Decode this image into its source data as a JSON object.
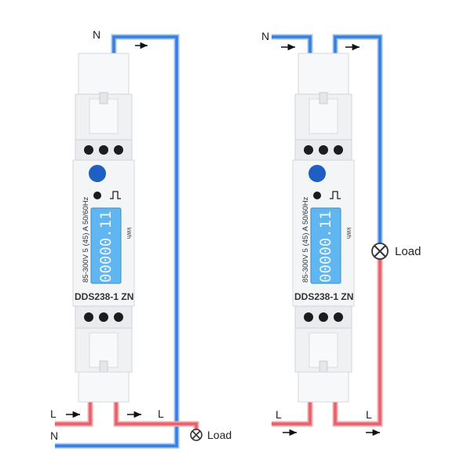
{
  "labels": {
    "neutral": "N",
    "line": "L",
    "load": "Load"
  },
  "meter": {
    "model": "DDS238-1 ZN",
    "spec": "85-300V 5 (45) A 50/60Hz",
    "reading": "00000.11",
    "unit": "kWh",
    "pulse_symbol": "⎍"
  },
  "colors": {
    "neutral_wire": "#3a7de0",
    "line_wire": "#e8606a",
    "meter_body": "#f2f3f5",
    "lcd": "#5fb6f0",
    "button": "#1f5fc4"
  }
}
